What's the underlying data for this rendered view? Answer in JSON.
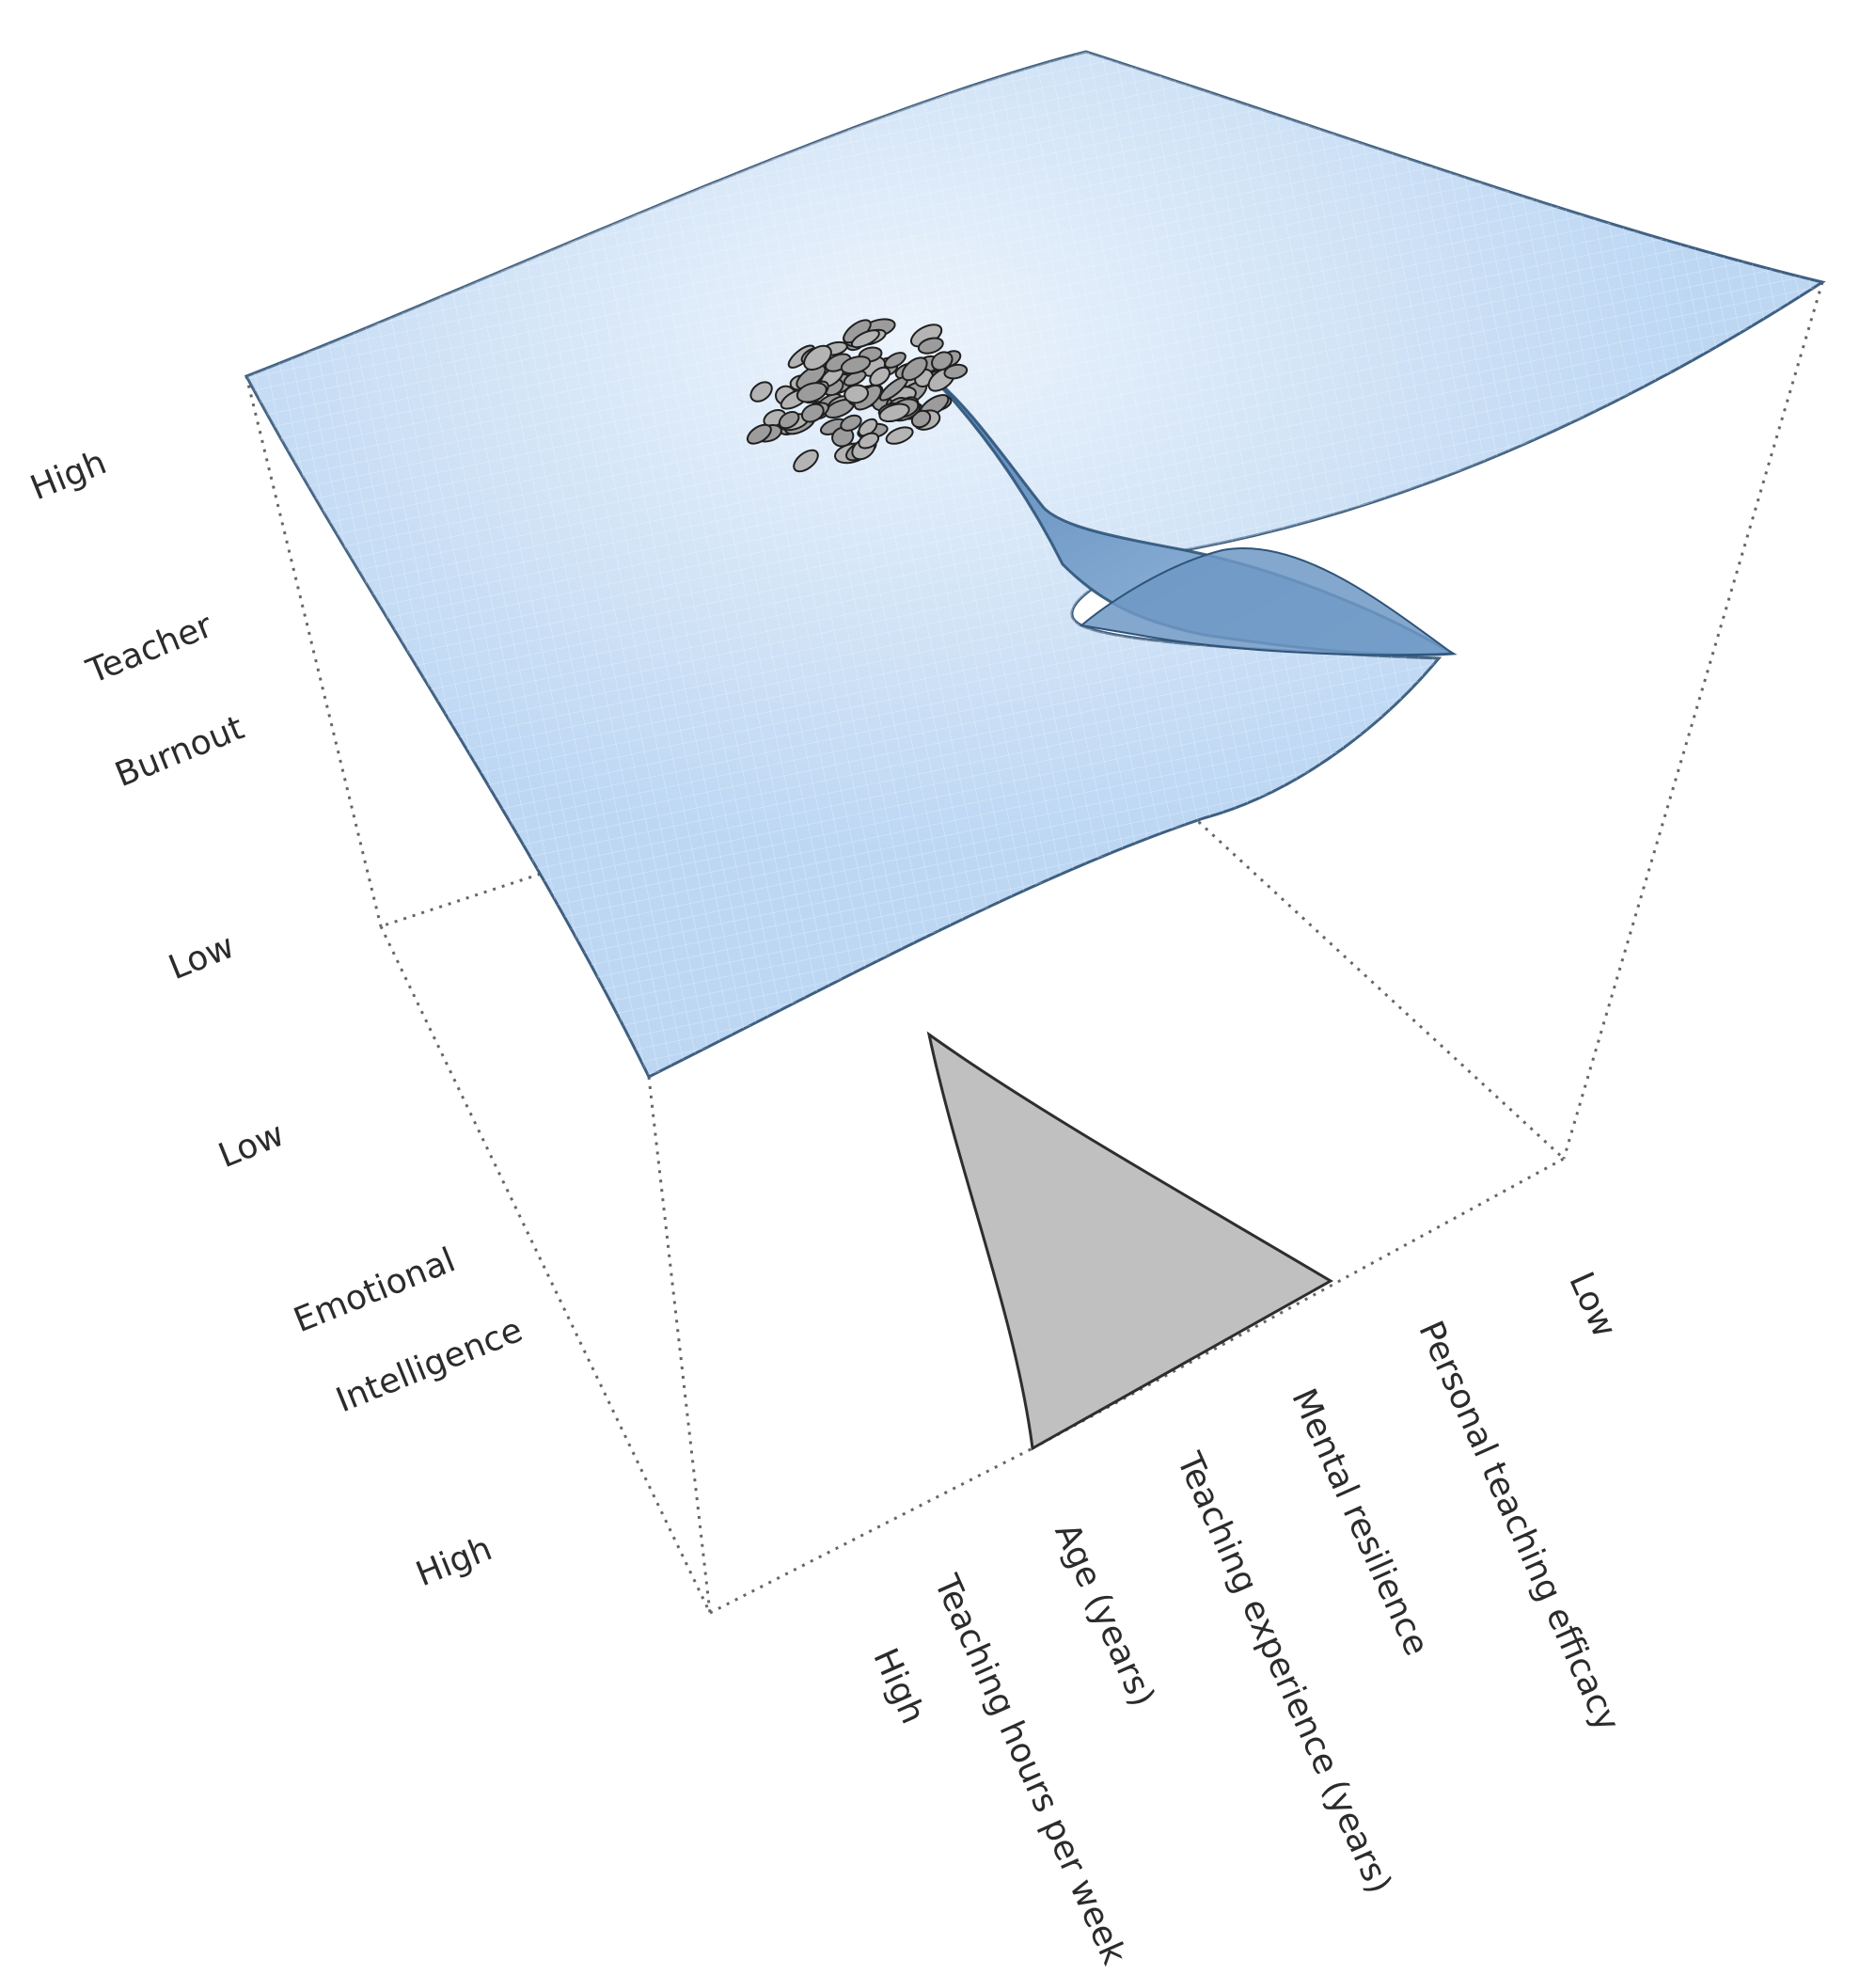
{
  "labels": {
    "burnout_high": "High",
    "burnout_title_1": "Teacher",
    "burnout_title_2": "Burnout",
    "burnout_low": "Low",
    "ei_low": "Low",
    "ei_title_1": "Emotional",
    "ei_title_2": "Intelligence",
    "ei_high": "High",
    "factor_high": "High",
    "factors": [
      "Teaching hours per week",
      "Age (years)",
      "Teaching experience (years)",
      "Mental resilience",
      "Personal teaching efficacy"
    ],
    "factor_low": "Low"
  },
  "colors": {
    "surface": "#bdd7f3",
    "surface_edge": "#3e5f80",
    "fold": "#7ba4cf",
    "bifurcation": "#c0c0c0",
    "cluster": "#9c9c9c",
    "dotted": "#666666"
  }
}
